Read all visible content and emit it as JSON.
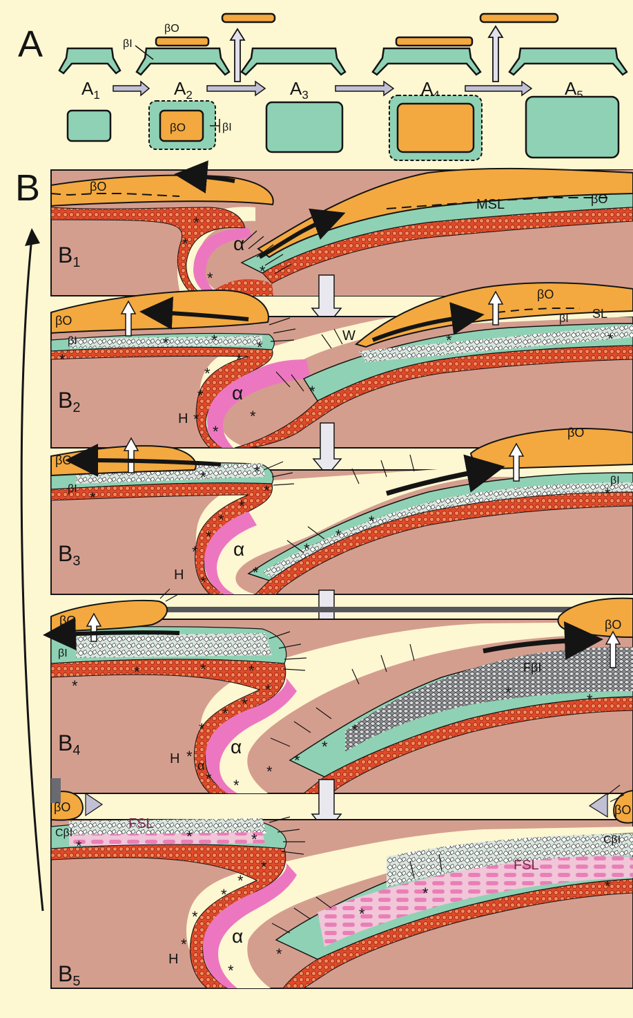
{
  "colors": {
    "background": "#fdf7d2",
    "teal": "#8fd1b4",
    "orange": "#f3a93f",
    "tissue": "#d49e8e",
    "magenta": "#ec77c0",
    "cells": "#e04a2a",
    "arrow_grey": "#c2c0d4",
    "ink": "#141414"
  },
  "panelA": {
    "label": "A",
    "stages": [
      "A",
      "A",
      "A",
      "A",
      "A"
    ],
    "stage_subscripts": [
      "1",
      "2",
      "3",
      "4",
      "5"
    ],
    "beta_o": "βO",
    "beta_i": "βI",
    "box_beta_o": "βO",
    "box_beta_i": "βI"
  },
  "panelB": {
    "label": "B",
    "rows": [
      {
        "label": "B",
        "sub": "1"
      },
      {
        "label": "B",
        "sub": "2"
      },
      {
        "label": "B",
        "sub": "3"
      },
      {
        "label": "B",
        "sub": "4"
      },
      {
        "label": "B",
        "sub": "5"
      }
    ],
    "b1": {
      "bo_left": "βO",
      "msl": "MSL",
      "bo_right": "βO",
      "alpha": "α"
    },
    "b2": {
      "bo_left": "βO",
      "bi_left": "βI",
      "w": "W",
      "bo_right": "βO",
      "bi_right": "βI",
      "sl": "SL",
      "alpha": "α",
      "h": "H"
    },
    "b3": {
      "bo_left": "βO",
      "bi_left": "βI",
      "bo_right": "βO",
      "bi_right": "βI",
      "alpha": "α",
      "h": "H"
    },
    "b4": {
      "bo_left": "βO",
      "bi_left": "βI",
      "bo_right": "βO",
      "fbi": "FβI",
      "alpha": "α",
      "h": "H",
      "alpha_small": "α"
    },
    "b5": {
      "bo_left": "βO",
      "bo_right": "βO",
      "cbi_left": "CβI",
      "fsl_left": "FSL",
      "cbi_right": "CβI",
      "fsl_right": "FSL",
      "alpha": "α",
      "h": "H"
    }
  }
}
